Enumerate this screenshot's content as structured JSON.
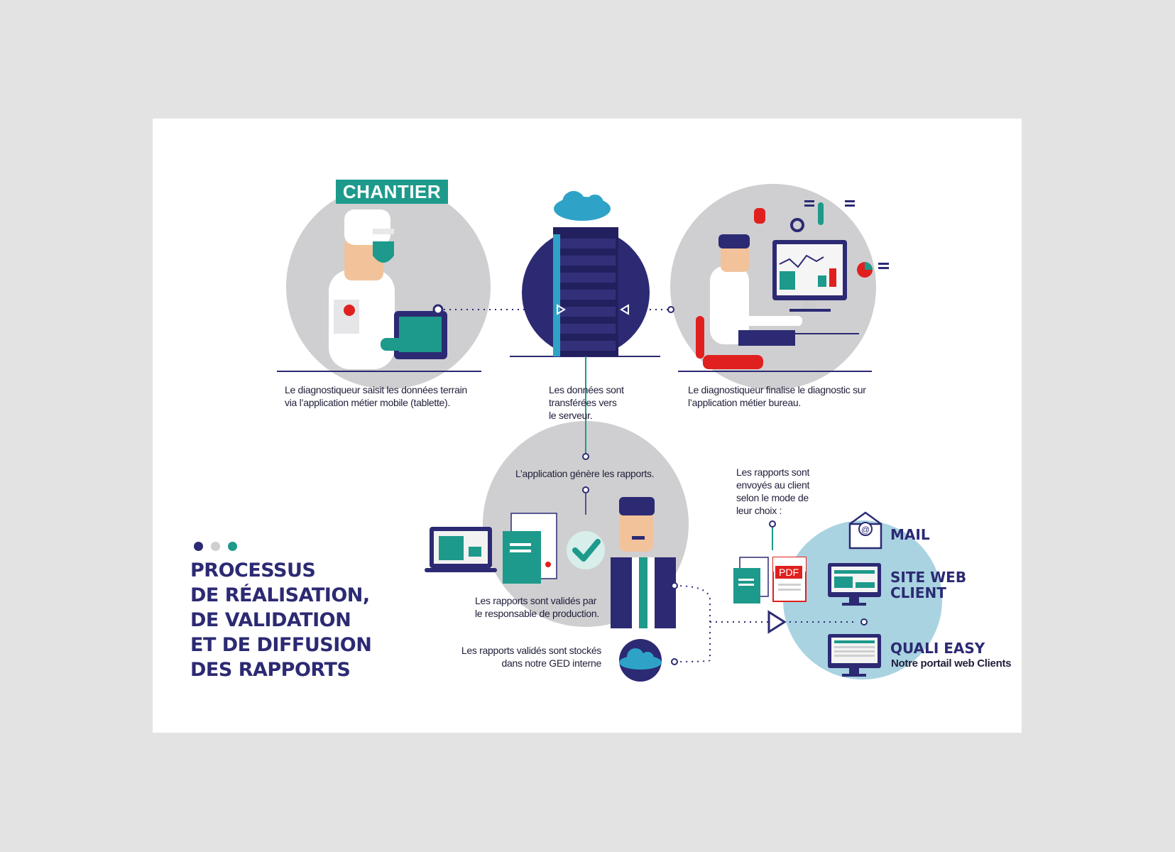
{
  "badge": {
    "chantier": "CHANTIER"
  },
  "steps": {
    "field_entry": [
      "Le diagnostiqueur saisit les données terrain",
      "via l’application métier mobile (tablette)."
    ],
    "server_transfer": [
      "Les données sont",
      "transférées vers",
      "le serveur."
    ],
    "desk_finalize": [
      "Le diagnostiqueur finalise le diagnostic sur",
      "l’application métier bureau."
    ],
    "generate": "L’application génère les rapports.",
    "validate": [
      "Les rapports sont validés par",
      "le responsable de production."
    ],
    "store": [
      "Les rapports validés sont stockés",
      "dans notre GED interne"
    ],
    "send": [
      "Les rapports sont",
      "envoyés au client",
      "selon le mode de",
      "leur choix :"
    ]
  },
  "pdf_label": "PDF",
  "channels": [
    {
      "label_lines": [
        "MAIL"
      ],
      "icon": "mail-icon"
    },
    {
      "label_lines": [
        "SITE WEB",
        "CLIENT"
      ],
      "icon": "monitor-icon"
    },
    {
      "label_lines": [
        "QUALI EASY"
      ],
      "sub": "Notre portail web Clients",
      "icon": "monitor-icon"
    }
  ],
  "title_lines": [
    "PROCESSUS",
    "DE RÉALISATION,",
    "DE VALIDATION",
    "ET DE DIFFUSION",
    "DES RAPPORTS"
  ],
  "colors": {
    "navy": "#2c2a73",
    "teal": "#1d9a8b",
    "grey": "#cfcfd1",
    "light_blue": "#a9d3e1",
    "red": "#e0201f",
    "background": "#e3e3e3"
  },
  "legend_dots": [
    "#2c2a73",
    "#cfcfd1",
    "#1d9a8b"
  ]
}
